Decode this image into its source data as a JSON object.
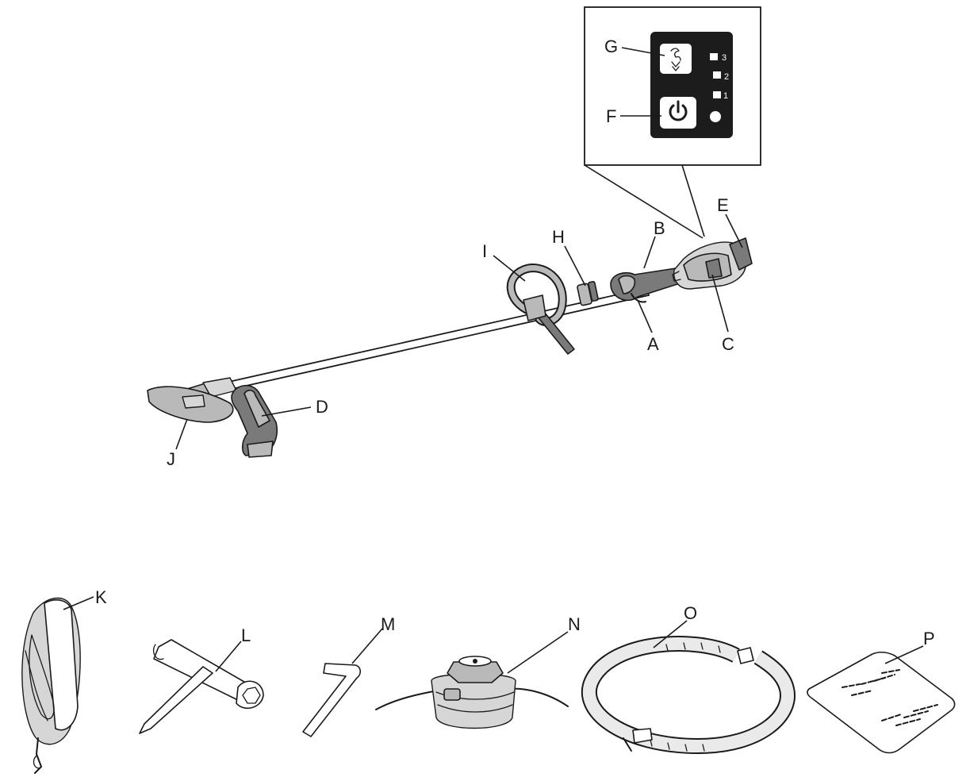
{
  "labels": {
    "A": "A",
    "B": "B",
    "C": "C",
    "D": "D",
    "E": "E",
    "F": "F",
    "G": "G",
    "H": "H",
    "I": "I",
    "J": "J",
    "K": "K",
    "L": "L",
    "M": "M",
    "N": "N",
    "O": "O",
    "P": "P"
  },
  "panel": {
    "level_3": "3",
    "level_2": "2",
    "level_1": "1"
  },
  "icons": {
    "power_button": "power-icon",
    "speed_button": "speed-mode-icon"
  },
  "colors": {
    "ink": "#1a1a1a",
    "panel": "#1c1c1c",
    "part_grey": "#b9b9b9"
  }
}
